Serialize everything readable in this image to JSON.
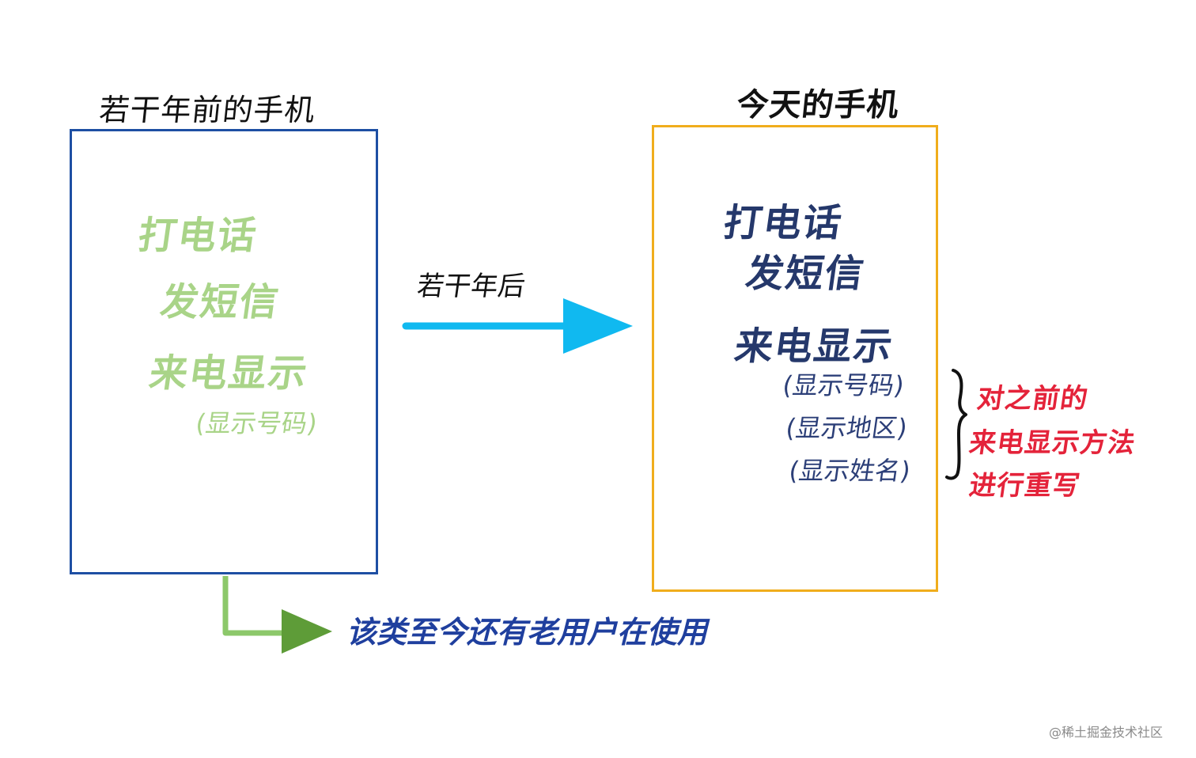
{
  "old_phone": {
    "title": "若干年前的手机",
    "features": [
      "打电话",
      "发短信",
      "来电显示"
    ],
    "sub_items": [
      "(显示号码)"
    ]
  },
  "arrow": {
    "label": "若干年后"
  },
  "new_phone": {
    "title": "今天的手机",
    "features": [
      "打电话",
      "发短信",
      "来电显示"
    ],
    "sub_items": [
      "(显示号码)",
      "(显示地区)",
      "(显示姓名)"
    ]
  },
  "note": {
    "lines": [
      "对之前的",
      "来电显示方法",
      "进行重写"
    ]
  },
  "bottom_note": {
    "text": "该类至今还有老用户在使用"
  },
  "watermark": {
    "text": "@稀土掘金技术社区"
  },
  "colors": {
    "old_box": "#1e4fa3",
    "new_box": "#f0ad1c",
    "old_text": "#a9d488",
    "new_text": "#25386b",
    "main_arrow": "#10b9f0",
    "green_arrow": "#5e9c38",
    "note": "#e4233a",
    "bottom_note": "#1f3f9e"
  }
}
